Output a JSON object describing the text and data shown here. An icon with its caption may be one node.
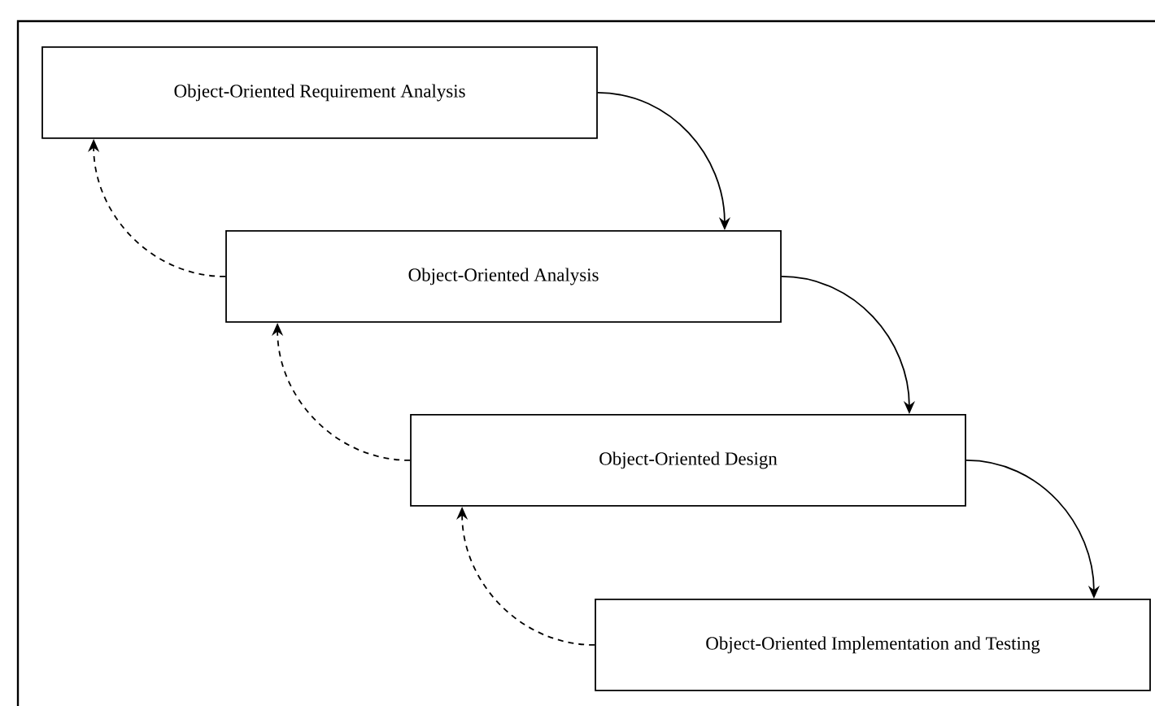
{
  "diagram": {
    "nodes": [
      {
        "text": [
          "Object-Oriented Requirement Analysis"
        ]
      },
      {
        "text": [
          "Object-Oriented Analysis"
        ]
      },
      {
        "text": [
          "Object-Oriented Design"
        ]
      },
      {
        "text": [
          "Object-Oriented Implementation and Testing"
        ]
      }
    ],
    "edges": [
      {
        "from": 0,
        "to": 1,
        "arrow": "to"
      },
      {
        "from": 1,
        "to": 2,
        "arrow": "to"
      },
      {
        "from": 2,
        "to": 3,
        "arrow": "to"
      },
      {
        "from": 1,
        "to": 0,
        "arrow": "to",
        "style": "dashed"
      },
      {
        "from": 2,
        "to": 1,
        "arrow": "to",
        "style": "dashed"
      },
      {
        "from": 3,
        "to": 2,
        "arrow": "to",
        "style": "dashed"
      }
    ]
  }
}
